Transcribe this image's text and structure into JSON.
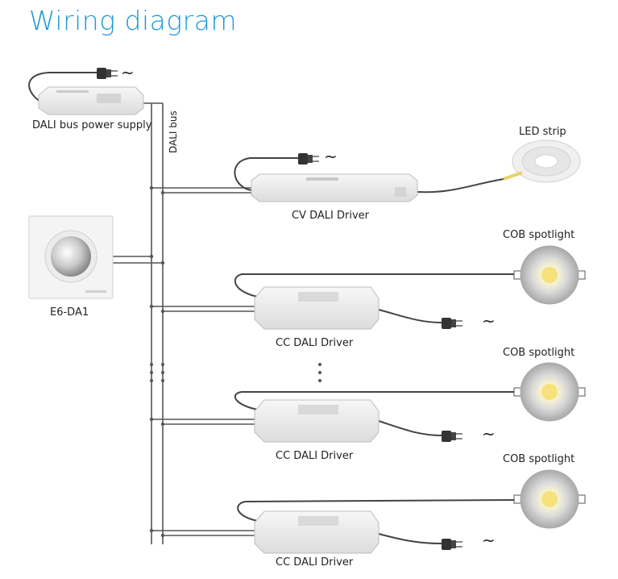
{
  "title": "Wiring diagram",
  "labels": {
    "bus_power_supply": "DALI bus power supply",
    "dali_bus": "DALI bus",
    "cv_driver": "CV DALI Driver",
    "led_strip": "LED strip",
    "dimmer": "E6-DA1",
    "cc_driver_1": "CC DALI Driver",
    "cc_driver_2": "CC DALI Driver",
    "cc_driver_3": "CC DALI Driver",
    "cob_1": "COB spotlight",
    "cob_2": "COB spotlight",
    "cob_3": "COB spotlight",
    "mains": "~"
  },
  "colors": {
    "title": "#1f9ad6",
    "wire": "#555555",
    "device_body": "#ececec",
    "device_outline": "#bdbdbd"
  },
  "icons": [
    "plug-icon",
    "led-strip-reel",
    "cob-spotlight",
    "rotary-dimmer"
  ]
}
